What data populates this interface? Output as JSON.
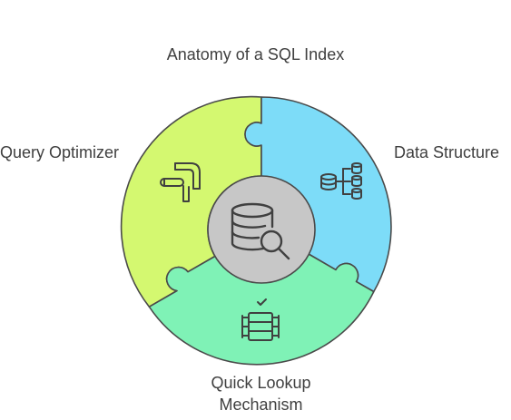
{
  "title": "Anatomy of a SQL Index",
  "segments": [
    {
      "label": "Query Optimizer",
      "color": "#d4f870",
      "icon": "route-sign-icon"
    },
    {
      "label": "Data Structure",
      "color": "#7ddcf8",
      "icon": "database-tree-icon"
    },
    {
      "label_line1": "Quick Lookup",
      "label_line2": "Mechanism",
      "color": "#7ff2b6",
      "icon": "indexed-rows-icon"
    }
  ],
  "center": {
    "color": "#c7c7c7",
    "icon": "database-search-icon"
  },
  "colors": {
    "outline": "#4a4a4a",
    "text": "#404040"
  }
}
